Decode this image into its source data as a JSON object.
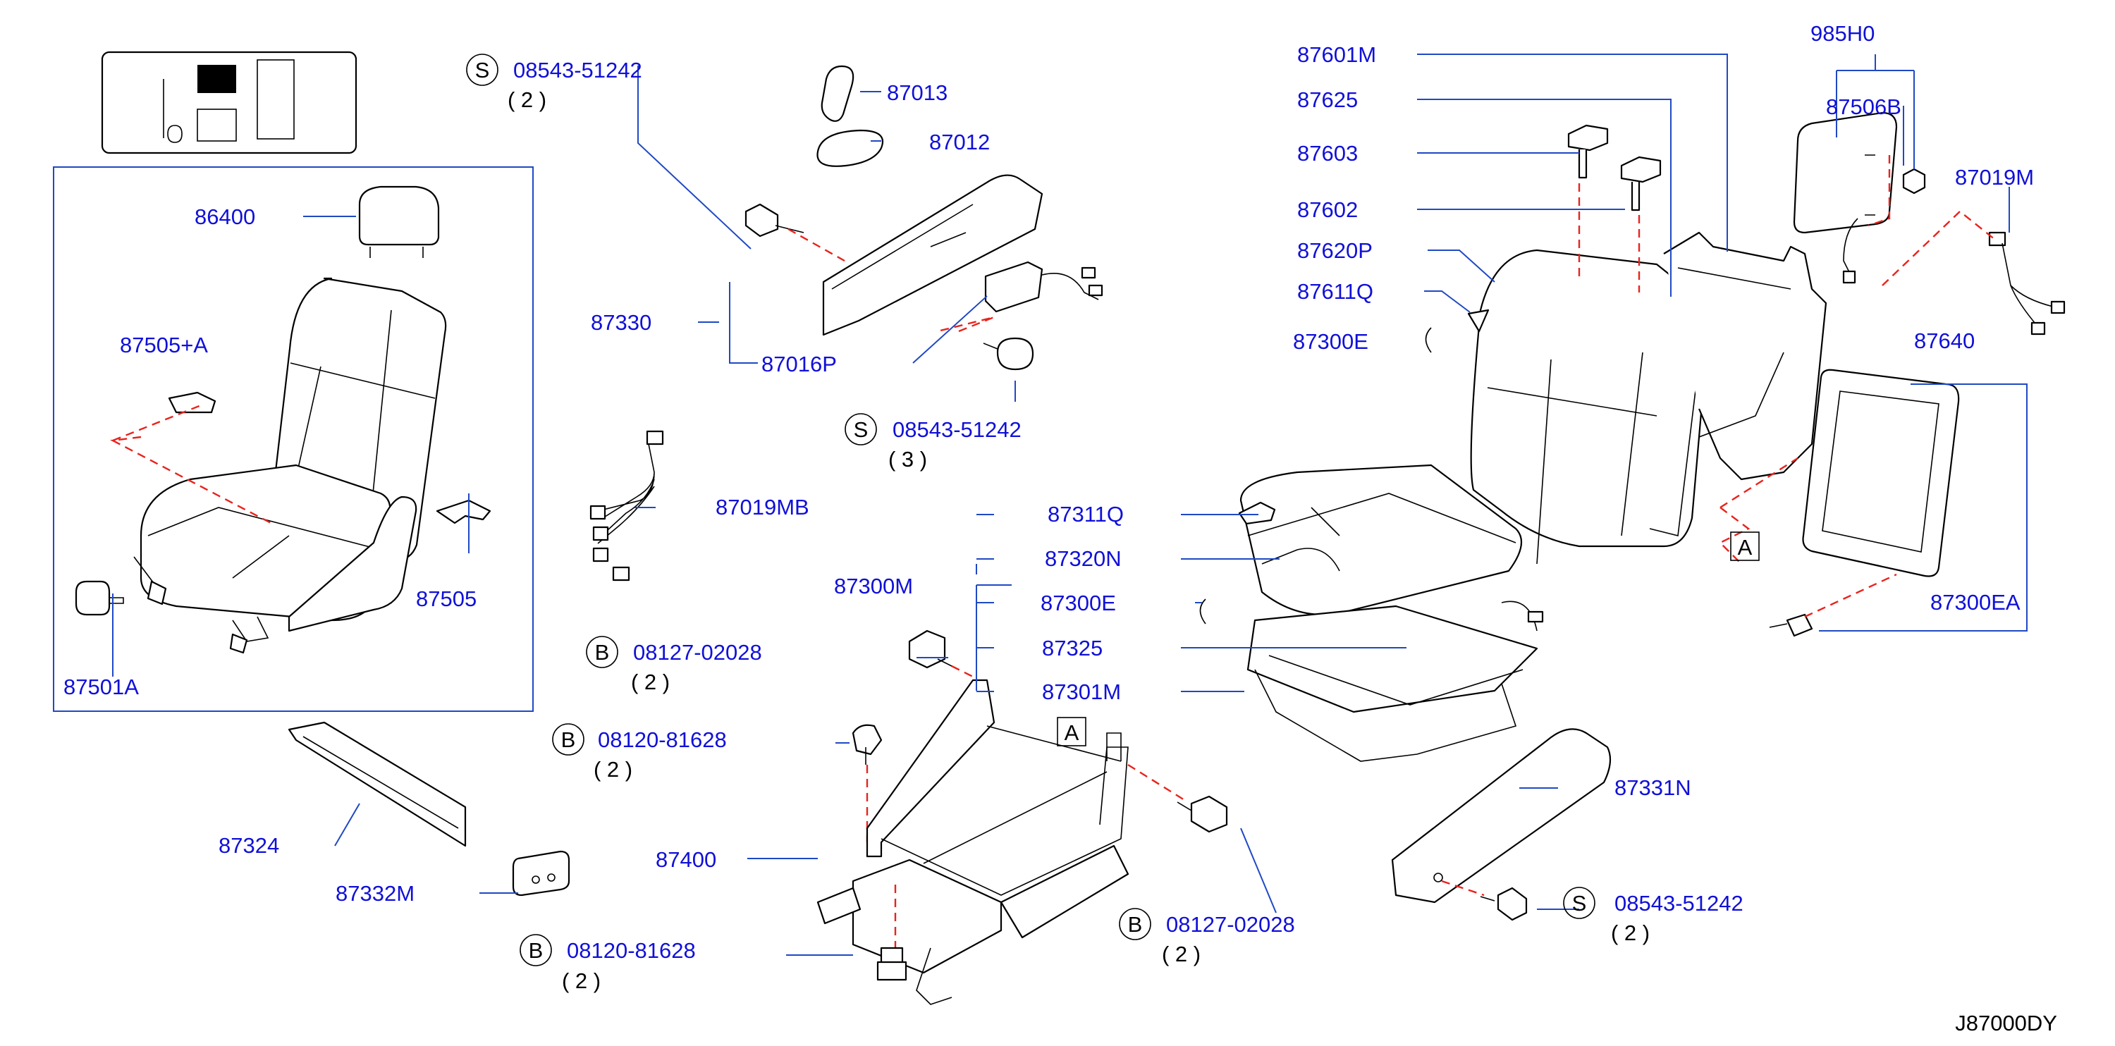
{
  "diagram_id": "J87000DY",
  "ref_marker": "A",
  "symbols": {
    "screw": "S",
    "bolt": "B"
  },
  "colors": {
    "part_number": "#1010d8",
    "leader_line": "#1f49c4",
    "dashed_guide": "#e8231d",
    "outline": "#000000"
  },
  "icons": [
    "seat-location-icon",
    "seat-assembly-icon",
    "headrest-icon",
    "seat-back-icon",
    "seat-cushion-icon",
    "seat-frame-icon",
    "bolt-icon",
    "screw-icon",
    "wire-harness-icon",
    "side-cover-icon",
    "back-board-icon",
    "airbag-module-icon",
    "headrest-holder-icon",
    "knob-icon",
    "switch-icon"
  ],
  "labels": {
    "l86400": "86400",
    "l87505A": "87505+A",
    "l87505": "87505",
    "l87501A": "87501A",
    "l87324": "87324",
    "l87332M": "87332M",
    "s1_num": "08543-51242",
    "s1_qty": "( 2 )",
    "l87013": "87013",
    "l87012": "87012",
    "l87330": "87330",
    "l87016P": "87016P",
    "s2_num": "08543-51242",
    "s2_qty": "( 3 )",
    "l87019MB": "87019MB",
    "l87300M": "87300M",
    "l87311Q": "87311Q",
    "l87320N": "87320N",
    "l87300E_b": "87300E",
    "l87325": "87325",
    "l87301M": "87301M",
    "b1_num": "08127-02028",
    "b1_qty": "( 2 )",
    "b2_num": "08120-81628",
    "b2_qty": "( 2 )",
    "l87400": "87400",
    "b3_num": "08120-81628",
    "b3_qty": "( 2 )",
    "b4_num": "08127-02028",
    "b4_qty": "( 2 )",
    "l87331N": "87331N",
    "s3_num": "08543-51242",
    "s3_qty": "( 2 )",
    "l87601M": "87601M",
    "l87625": "87625",
    "l87603": "87603",
    "l87602": "87602",
    "l87620P": "87620P",
    "l87611Q": "87611Q",
    "l87300E_t": "87300E",
    "l985H0": "985H0",
    "l87506B": "87506B",
    "l87019M": "87019M",
    "l87640": "87640",
    "l87300EA": "87300EA"
  }
}
